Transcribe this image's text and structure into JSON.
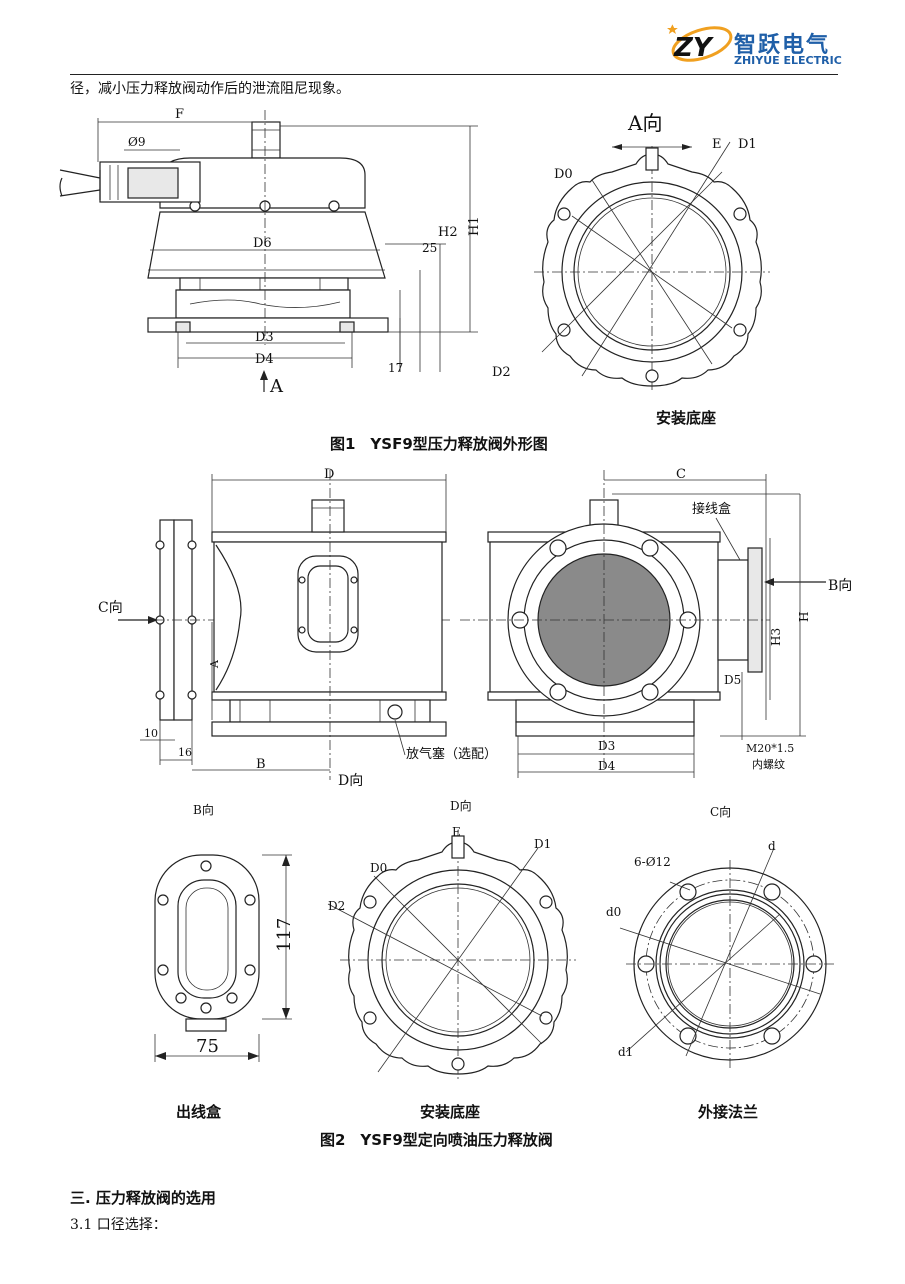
{
  "header": {
    "logo_mark": "ZY",
    "company_cn": "智跃电气",
    "company_en": "ZHIYUE ELECTRIC",
    "accent_blue": "#1f5fa8",
    "accent_orange": "#f0a020"
  },
  "intro_text": "径，减小压力释放阀动作后的泄流阻尼现象。",
  "figure1": {
    "caption": "图1　YSF9型压力释放阀外形图",
    "base_label": "安装底座",
    "labels": {
      "F": "F",
      "phi9": "Ø9",
      "D6": "D6",
      "D3": "D3",
      "D4": "D4",
      "H1": "H1",
      "H2": "H2",
      "n25": "25",
      "n17": "17",
      "A": "A",
      "A_dir": "A向",
      "E": "E",
      "D0": "D0",
      "D1": "D1",
      "D2": "D2"
    }
  },
  "figure2": {
    "caption": "图2　YSF9型定向喷油压力释放阀",
    "labels": {
      "D": "D",
      "C": "C",
      "C_dir": "C向",
      "B_dir": "B向",
      "D_dir": "D向",
      "A": "A",
      "B": "B",
      "n10": "10",
      "n16": "16",
      "D3": "D3",
      "D4": "D4",
      "D5": "D5",
      "H": "H",
      "H3": "H3",
      "junction_box": "接线盒",
      "vent_plug": "放气塞（选配）",
      "thread1": "M20*1.5",
      "thread2": "内螺纹"
    },
    "sub_titles": {
      "b_view": "B向",
      "d_view": "D向",
      "c_view": "C向"
    },
    "sub_labels": {
      "n117": "117",
      "n75": "75",
      "E": "E",
      "D0": "D0",
      "D1": "D1",
      "D2": "D2",
      "holes": "6-Ø12",
      "d": "d",
      "d0": "d0",
      "d1": "d1"
    },
    "captions": {
      "outlet_box": "出线盒",
      "base": "安装底座",
      "flange": "外接法兰"
    }
  },
  "section3": {
    "heading": "三. 压力释放阀的选用",
    "item": "3.1 口径选择："
  }
}
